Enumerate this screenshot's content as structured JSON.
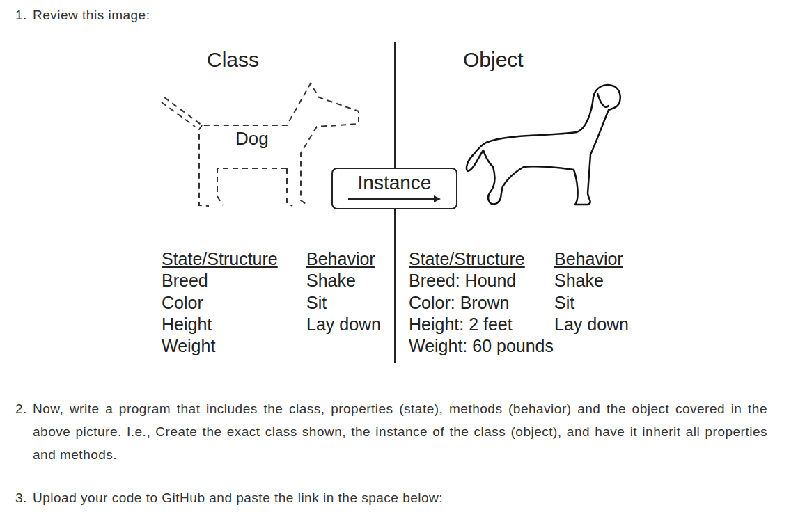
{
  "diagram": {
    "nodes": [
      {
        "text": [
          "Dog"
        ]
      },
      {
        "text": [
          "Instance"
        ]
      }
    ],
    "labels": [
      "1.",
      "Review this image:",
      "Class",
      "Object",
      "State/Structure",
      "Behavior",
      "Breed",
      "Shake",
      "Color",
      "Sit",
      "Height",
      "Lay down",
      "Weight",
      "State/Structure",
      "Behavior",
      "Breed: Hound",
      "Shake",
      "Color: Brown",
      "Sit",
      "Height: 2 feet",
      "Lay down",
      "Weight: 60 pounds",
      "2.",
      "Now, write a program that includes the class, properties (state), methods (behavior) and the object covered in the above picture. I.e., Create the exact class shown, the instance of the class (object), and have it inherit all properties and methods.",
      "3.",
      "Upload your code to GitHub and paste the link in the space below:"
    ]
  }
}
